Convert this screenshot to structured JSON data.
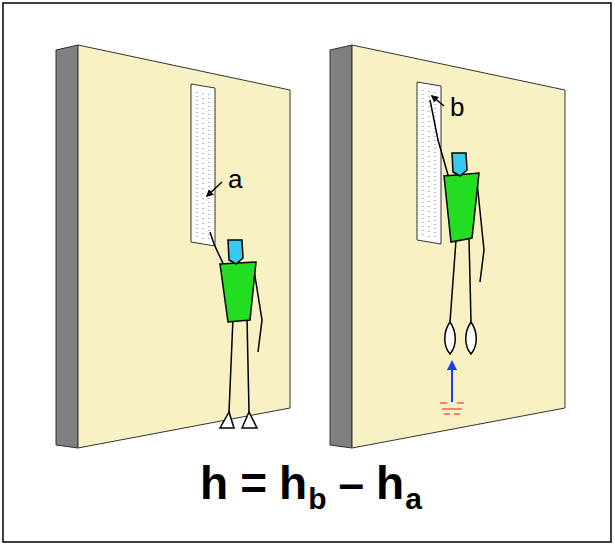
{
  "diagram": {
    "labels": [
      "a",
      "b",
      "h",
      "=",
      "h",
      "b",
      "–",
      "h",
      "a"
    ]
  }
}
